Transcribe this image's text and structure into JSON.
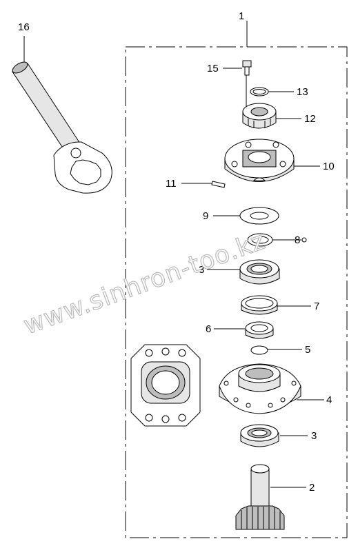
{
  "labels": {
    "l1": "1",
    "l2": "2",
    "l3a": "3",
    "l3b": "3",
    "l4": "4",
    "l5": "5",
    "l6": "6",
    "l7": "7",
    "l8": "8",
    "l9": "9",
    "l10": "10",
    "l11": "11",
    "l12": "12",
    "l13": "13",
    "l15": "15",
    "l16": "16"
  },
  "watermark": "www.sinhron-too.kz"
}
